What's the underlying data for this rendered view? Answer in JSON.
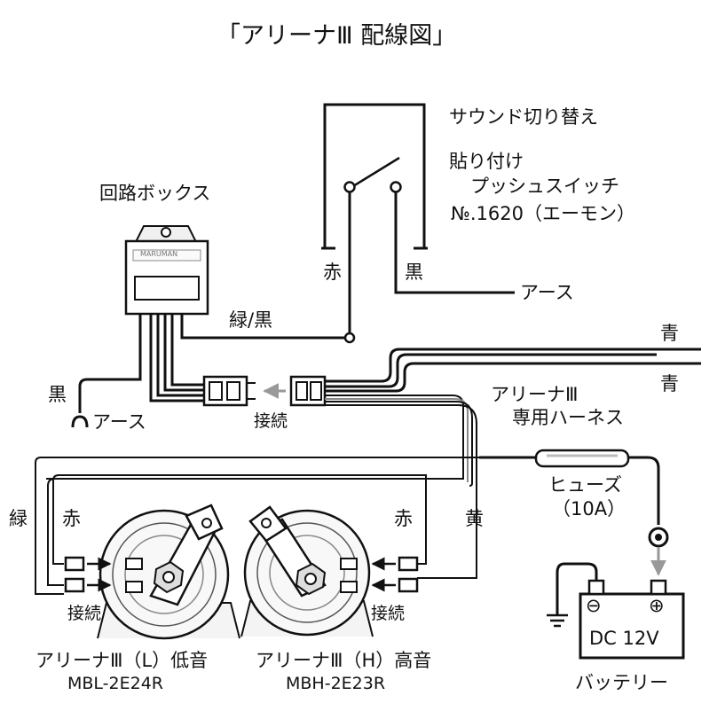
{
  "title": "「アリーナⅢ 配線図」",
  "switch_section": {
    "line1": "サウンド切り替え",
    "line2": "貼り付け",
    "line3": "プッシュスイッチ",
    "line4": "№.1620（エーモン）"
  },
  "circuit_box": {
    "label": "回路ボックス",
    "brand_text": "MARUMAN"
  },
  "wire_labels": {
    "red_switch": "赤",
    "black_switch": "黒",
    "earth_switch": "アース",
    "green_black": "緑/黒",
    "blue_top": "青",
    "blue_bottom": "青",
    "black_earth": "黒",
    "earth_left": "アース",
    "connect_center": "接続",
    "green_left": "緑",
    "red_left": "赤",
    "red_right": "赤",
    "yellow_right": "黄",
    "connect_left": "接続",
    "connect_right": "接続"
  },
  "harness": {
    "line1": "アリーナⅢ",
    "line2": "専用ハーネス"
  },
  "fuse": {
    "label": "ヒューズ",
    "rating": "（10A）"
  },
  "battery": {
    "text": "DC 12V",
    "label": "バッテリー",
    "minus": "⊖",
    "plus": "⊕"
  },
  "horn_low": {
    "name": "アリーナⅢ（L）低音",
    "model": "MBL-2E24R"
  },
  "horn_high": {
    "name": "アリーナⅢ（H）高音",
    "model": "MBH-2E23R"
  }
}
